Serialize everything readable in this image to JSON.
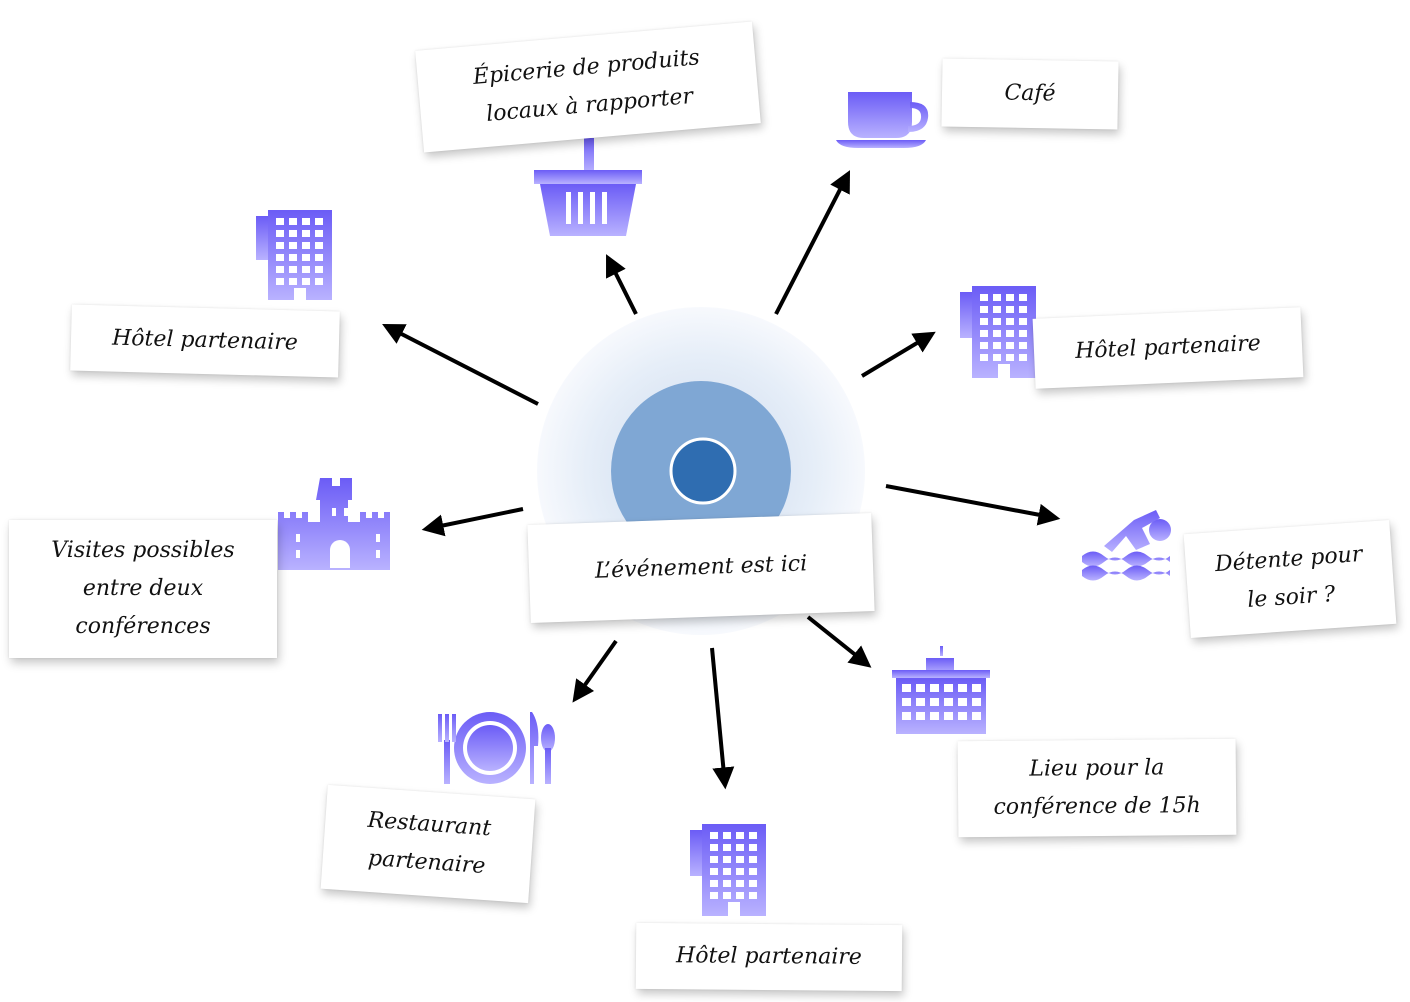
{
  "center": {
    "label": "L’événement est ici"
  },
  "places": {
    "epicerie": "Épicerie de produits\nlocaux à rapporter",
    "cafe": "Café",
    "hotel_right": "Hôtel partenaire",
    "detente": "Détente pour\nle soir ?",
    "lieu": "Lieu pour la\nconférence de 15h",
    "hotel_bottom": "Hôtel partenaire",
    "restaurant": "Restaurant\npartenaire",
    "visites": "Visites possibles\nentre deux\nconférences",
    "hotel_left": "Hôtel partenaire"
  },
  "icons": {
    "epicerie": "basket-icon",
    "cafe": "coffee-cup-icon",
    "hotel_right": "hotel-building-icon",
    "detente": "swimmer-icon",
    "lieu": "conference-building-icon",
    "hotel_bottom": "hotel-building-icon",
    "restaurant": "plate-cutlery-icon",
    "visites": "castle-icon",
    "hotel_left": "hotel-building-icon"
  },
  "colors": {
    "icon": "#6b5cf6",
    "icon_light": "#b9b2ff",
    "center_dot": "#2f6db1",
    "arrow": "#000000"
  }
}
